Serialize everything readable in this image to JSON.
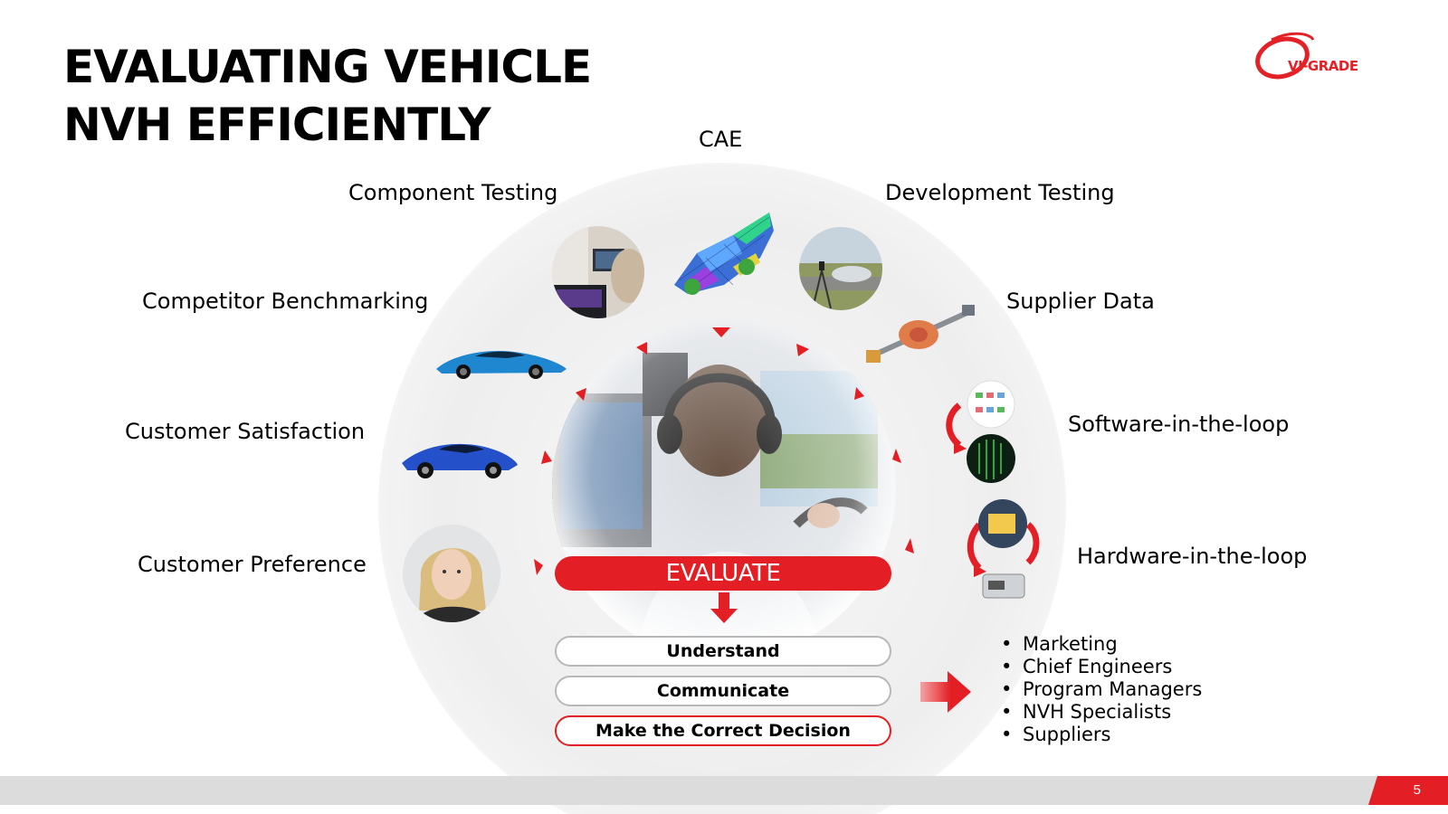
{
  "slide": {
    "title_line1": "EVALUATING VEHICLE",
    "title_line2": "NVH EFFICIENTLY",
    "logo_text": "VI-GRADE",
    "page_number": "5"
  },
  "sources": {
    "cae": "CAE",
    "component_testing": "Component Testing",
    "development_testing": "Development Testing",
    "competitor_benchmarking": "Competitor Benchmarking",
    "supplier_data": "Supplier Data",
    "customer_satisfaction": "Customer Satisfaction",
    "software_in_the_loop": "Software-in-the-loop",
    "customer_preference": "Customer Preference",
    "hardware_in_the_loop": "Hardware-in-the-loop"
  },
  "process": {
    "evaluate": "EVALUATE",
    "understand": "Understand",
    "communicate": "Communicate",
    "decision": "Make the Correct Decision"
  },
  "audience": [
    "Marketing",
    "Chief Engineers",
    "Program Managers",
    "NVH Specialists",
    "Suppliers"
  ],
  "colors": {
    "accent": "#e31e24",
    "title": "#000000",
    "footer": "#dcdcdc"
  }
}
